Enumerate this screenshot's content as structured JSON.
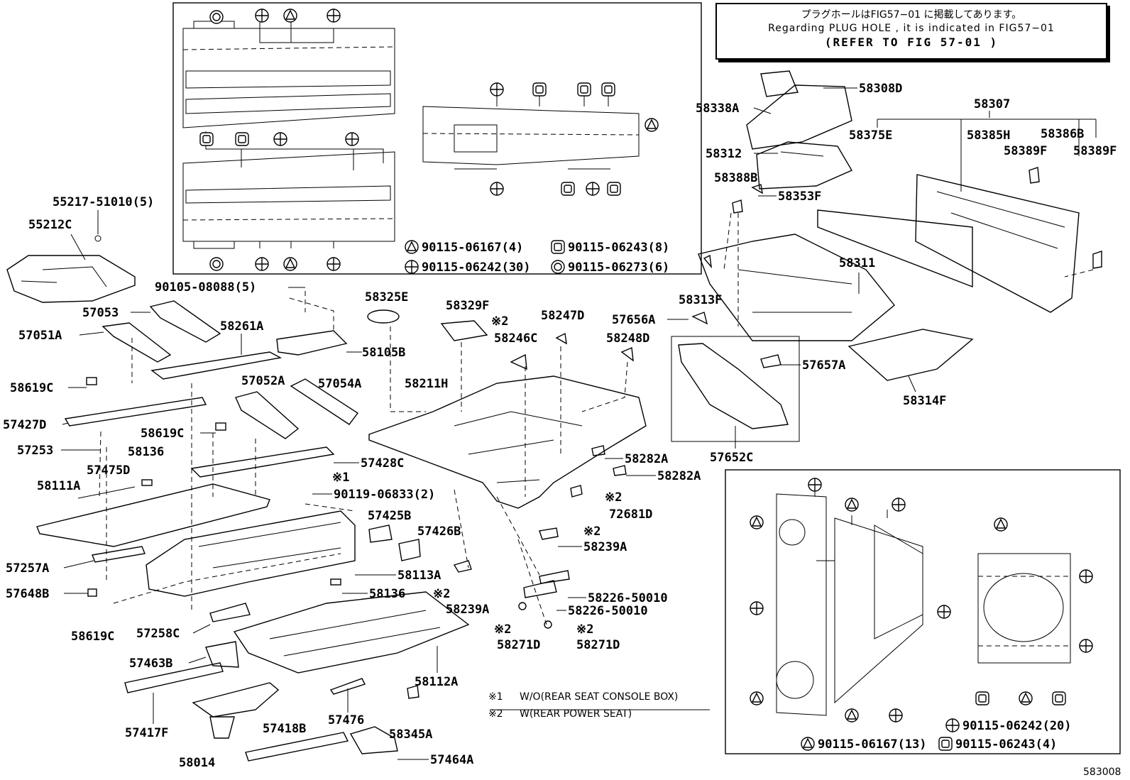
{
  "diagram_id": "583008",
  "notice": {
    "jp": "プラグホールはFIG57−01 に掲載してあります。",
    "en": "Regarding PLUG HOLE , it is indicated in FIG57−01",
    "ref": "(REFER TO FIG  57-01  )"
  },
  "footnotes": [
    {
      "mark": "※1",
      "text": "W/O(REAR SEAT CONSOLE BOX)"
    },
    {
      "mark": "※2",
      "text": "W(REAR POWER SEAT)"
    }
  ],
  "plug_legend_top": [
    {
      "symbol": "triangle",
      "part": "90115-06167(4)"
    },
    {
      "symbol": "square",
      "part": "90115-06243(8)"
    },
    {
      "symbol": "cross-circle",
      "part": "90115-06242(30)"
    },
    {
      "symbol": "double-circle",
      "part": "90115-06273(6)"
    }
  ],
  "plug_legend_bottom": [
    {
      "symbol": "cross-circle",
      "part": "90115-06242(20)"
    },
    {
      "symbol": "triangle",
      "part": "90115-06167(13)"
    },
    {
      "symbol": "square",
      "part": "90115-06243(4)"
    }
  ],
  "labels": {
    "p55217": "55217-51010(5)",
    "p55212C": "55212C",
    "p90105": "90105-08088(5)",
    "p57053": "57053",
    "p57051A": "57051A",
    "p58261A": "58261A",
    "p58105B": "58105B",
    "p58325E": "58325E",
    "p58329F": "58329F",
    "p58247D": "58247D",
    "p58246C": "58246C",
    "p57656A": "57656A",
    "p58248D": "58248D",
    "p58619C_1": "58619C",
    "p57427D": "57427D",
    "p57052A": "57052A",
    "p57054A": "57054A",
    "p58211H": "58211H",
    "p58619C_2": "58619C",
    "p57253": "57253",
    "p58136_1": "58136",
    "p57428C": "57428C",
    "p58282A_1": "58282A",
    "p58282A_2": "58282A",
    "p57475D": "57475D",
    "p58111A": "58111A",
    "p90119": "90119-06833(2)",
    "p72681D": "72681D",
    "p57425B": "57425B",
    "p57426B": "57426B",
    "p58239A_1": "58239A",
    "p57257A": "57257A",
    "p58113A": "58113A",
    "p57648B": "57648B",
    "p58136_2": "58136",
    "p58239A_2": "58239A",
    "p58226_1": "58226-50010",
    "p58226_2": "58226-50010",
    "p58619C_3": "58619C",
    "p57258C": "57258C",
    "p58271D_1": "58271D",
    "p58271D_2": "58271D",
    "p57463B": "57463B",
    "p58112A": "58112A",
    "p57417F": "57417F",
    "p57476": "57476",
    "p58345A": "58345A",
    "p57418B": "57418B",
    "p58014": "58014",
    "p57464A": "57464A",
    "p58308D": "58308D",
    "p58338A": "58338A",
    "p58307": "58307",
    "p58375E": "58375E",
    "p58385H": "58385H",
    "p58386B": "58386B",
    "p58312": "58312",
    "p58389F_1": "58389F",
    "p58389F_2": "58389F",
    "p58388B": "58388B",
    "p58353F": "58353F",
    "p58311": "58311",
    "p58313F": "58313F",
    "p57657A": "57657A",
    "p58314F": "58314F",
    "p57652C": "57652C",
    "mark1": "※1",
    "mark2a": "※2",
    "mark2b": "※2",
    "mark2c": "※2",
    "mark2d": "※2",
    "mark2e": "※2",
    "mark2f": "※2",
    "mark2g": "※2"
  }
}
